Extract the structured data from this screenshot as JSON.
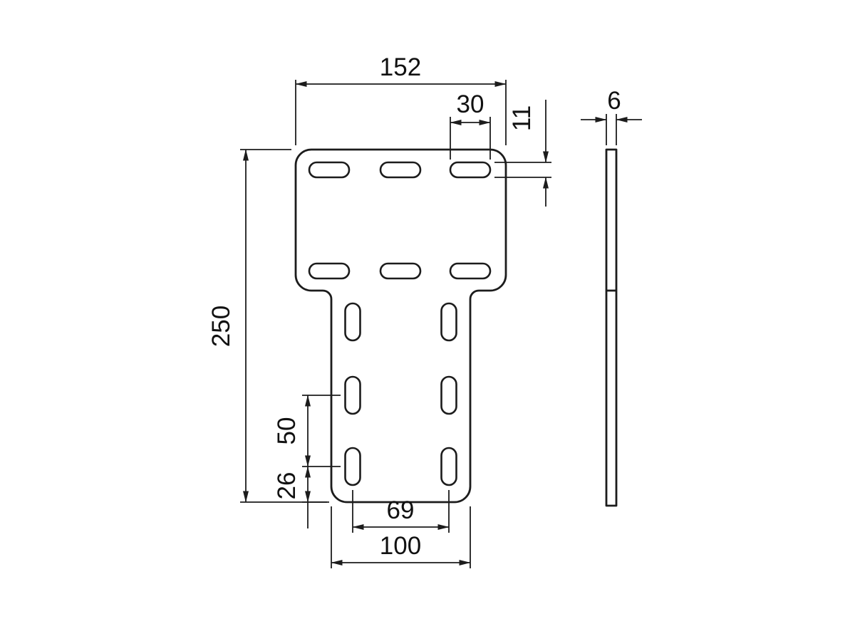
{
  "page": {
    "background": "#ffffff",
    "ink": "#1c1c1c"
  },
  "drawing": {
    "kind": "2D dimensioned technical drawing",
    "part": "T-shaped slotted mounting plate, front view with side thickness view",
    "views": [
      "front-view",
      "side-view"
    ],
    "dimensions": {
      "top_width": "152",
      "top_slot_length": "30",
      "slot_width": "11",
      "overall_height": "250",
      "slot_pitch": "50",
      "bottom_slot_to_edge": "26",
      "bottom_slot_spacing": "69",
      "body_width": "100",
      "thickness": "6"
    }
  }
}
